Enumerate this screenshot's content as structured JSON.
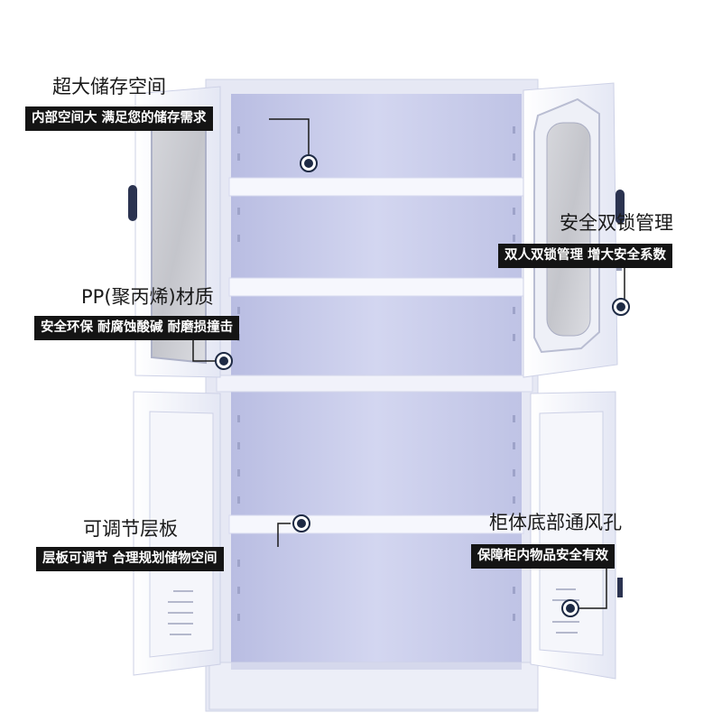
{
  "callouts": {
    "storage": {
      "title": "超大储存空间",
      "subtitle": "内部空间大 满足您的储存需求"
    },
    "lock": {
      "title": "安全双锁管理",
      "subtitle": "双人双锁管理 增大安全系数"
    },
    "material": {
      "title": "PP(聚丙烯)材质",
      "subtitle": "安全环保 耐腐蚀酸碱 耐磨损撞击"
    },
    "shelf": {
      "title": "可调节层板",
      "subtitle": "层板可调节 合理规划储物空间"
    },
    "vent": {
      "title": "柜体底部通风孔",
      "subtitle": "保障柜内物品安全有效"
    }
  },
  "colors": {
    "cabinet_body": "#eef0f9",
    "interior": "#c9cdea",
    "shelf": "#f4f5fc",
    "label_bg": "#141414",
    "marker": "#1e2a44"
  }
}
